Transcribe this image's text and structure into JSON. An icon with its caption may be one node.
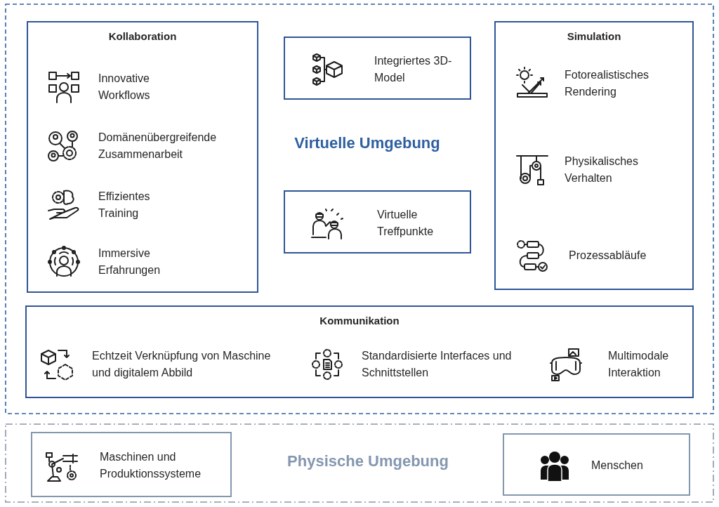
{
  "diagram": {
    "nodes": [
      {
        "text": [
          "Virtuelle Umgebung"
        ]
      },
      {
        "text": [
          "Kollaboration",
          "Innovative Workflows",
          "Domänenübergreifende Zusammenarbeit",
          "Effizientes Training",
          "Immersive Erfahrungen"
        ],
        "in": 0
      },
      {
        "text": [
          "Integriertes 3D-Model"
        ],
        "in": 0
      },
      {
        "text": [
          "Simulation",
          "Fotorealistisches Rendering",
          "Physikalisches Verhalten",
          "Prozessabläufe"
        ],
        "in": 0
      },
      {
        "text": [
          "Virtuelle Treffpunkte"
        ],
        "in": 0
      },
      {
        "text": [
          "Kommunikation",
          "Echtzeit Verknüpfung von Maschine und digitalem Abbild",
          "Standardisierte Interfaces und Schnittstellen",
          "Multimodale Interaktion"
        ],
        "in": 0
      },
      {
        "text": [
          "Physische Umgebung"
        ]
      },
      {
        "text": [
          "Maschinen und Produktionssysteme"
        ],
        "in": 6
      },
      {
        "text": [
          "Menschen"
        ],
        "in": 6
      }
    ]
  }
}
